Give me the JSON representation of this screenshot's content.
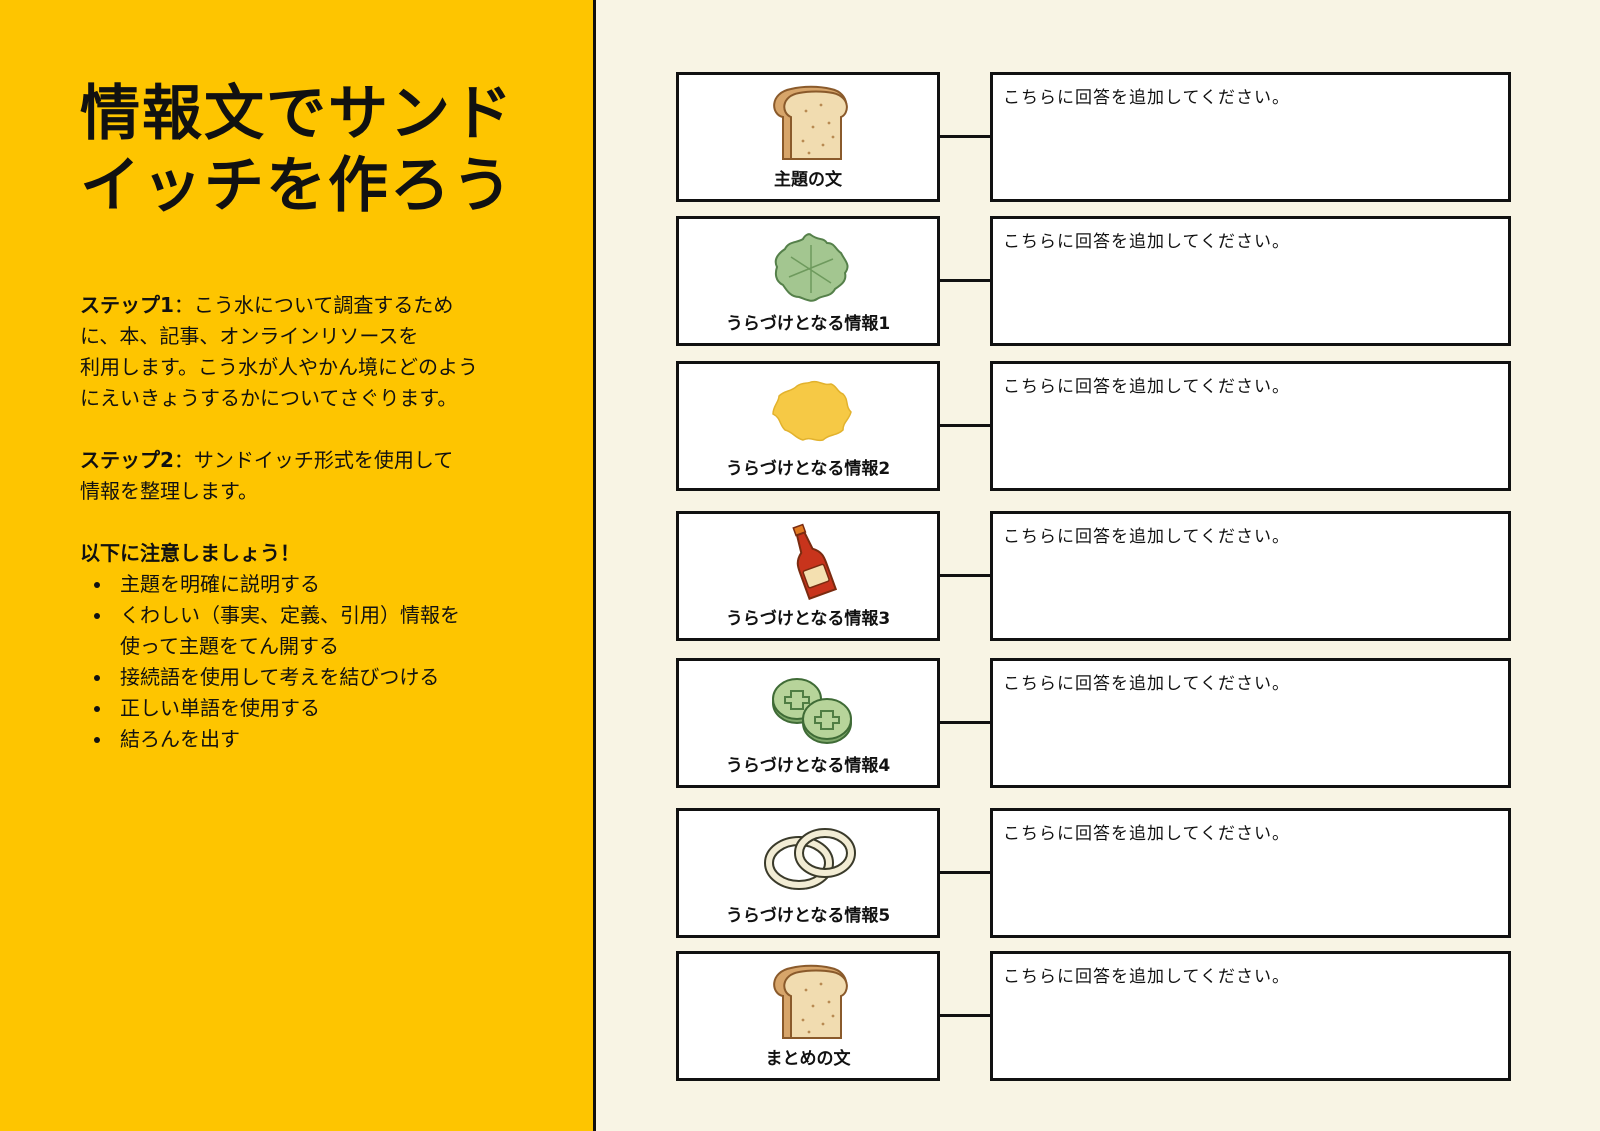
{
  "title": "情報文でサンド\nイッチを作ろう",
  "step1": {
    "label": "ステップ1",
    "separator": "：",
    "text": "こう水について調査するため\nに、本、記事、オンラインリソースを\n利用します。こう水が人やかん境にどのよう\nにえいきょうするかについてさぐります。"
  },
  "step2": {
    "label": "ステップ2",
    "separator": "：",
    "text": "サンドイッチ形式を使用して\n情報を整理します。"
  },
  "notice": {
    "heading": "以下に注意しましょう！",
    "items": [
      "主題を明確に説明する",
      "くわしい（事実、定義、引用）情報を\n使って主題をてん開する",
      "接続語を使用して考えを結びつける",
      "正しい単語を使用する",
      "結ろんを出す"
    ]
  },
  "rows": [
    {
      "label": "主題の文",
      "icon": "bread-icon",
      "answer_placeholder": "こちらに回答を追加してください。"
    },
    {
      "label": "うらづけとなる情報1",
      "icon": "lettuce-icon",
      "answer_placeholder": "こちらに回答を追加してください。"
    },
    {
      "label": "うらづけとなる情報2",
      "icon": "cheese-slice-icon",
      "answer_placeholder": "こちらに回答を追加してください。"
    },
    {
      "label": "うらづけとなる情報3",
      "icon": "sauce-bottle-icon",
      "answer_placeholder": "こちらに回答を追加してください。"
    },
    {
      "label": "うらづけとなる情報4",
      "icon": "cucumber-slices-icon",
      "answer_placeholder": "こちらに回答を追加してください。"
    },
    {
      "label": "うらづけとなる情報5",
      "icon": "onion-rings-icon",
      "answer_placeholder": "こちらに回答を追加してください。"
    },
    {
      "label": "まとめの文",
      "icon": "bread-icon",
      "answer_placeholder": "こちらに回答を追加してください。"
    }
  ],
  "colors": {
    "left_panel": "#fec500",
    "background": "#f8f4e4",
    "border": "#111111"
  }
}
